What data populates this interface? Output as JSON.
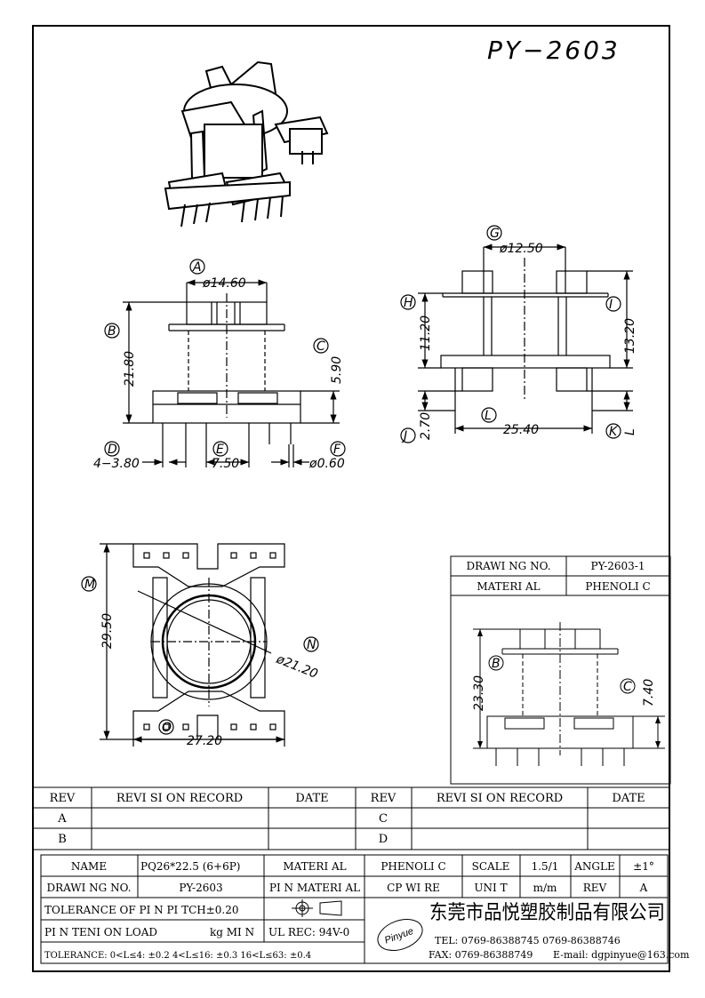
{
  "drawing": {
    "title": "PY−2603",
    "front_view": {
      "A": "A",
      "A_dim": "ø14.60",
      "B": "B",
      "B_dim": "21.80",
      "C": "C",
      "C_dim": "5.90",
      "D": "D",
      "D_dim": "4−3.80",
      "E": "E",
      "E_dim": "7.50",
      "F": "F",
      "F_dim": "ø0.60"
    },
    "side_view": {
      "G": "G",
      "G_dim": "ø12.50",
      "H": "H",
      "H_dim": "11.20",
      "I": "I",
      "I_dim": "13.20",
      "J": "J",
      "J_dim": "2.70",
      "K": "K",
      "K_dim": "L",
      "L": "L",
      "L_dim": "25.40"
    },
    "bottom_view": {
      "M": "M",
      "M_dim": "29.50",
      "N": "N",
      "N_dim": "ø21.20",
      "O": "O",
      "O_dim": "27.20"
    },
    "sub_view": {
      "drawing_no_label": "DRAWI NG  NO.",
      "drawing_no": "PY-2603-1",
      "material_label": "MATERI AL",
      "material": "PHENOLI C",
      "B": "B",
      "B_dim": "23.30",
      "C": "C",
      "C_dim": "7.40"
    }
  },
  "revision": {
    "headers": [
      "REV",
      "REVI SI ON  RECORD",
      "DATE",
      "REV",
      "REVI SI ON  RECORD",
      "DATE"
    ],
    "rows": [
      [
        "A",
        "",
        "",
        "C",
        "",
        ""
      ],
      [
        "B",
        "",
        "",
        "D",
        "",
        ""
      ]
    ]
  },
  "title_block": {
    "name_label": "NAME",
    "name": "PQ26*22.5 (6+6P)",
    "material_label": "MATERI AL",
    "material": "PHENOLI C",
    "scale_label": "SCALE",
    "scale": "1.5/1",
    "angle_label": "ANGLE",
    "angle": "±1°",
    "drawing_no_label": "DRAWI NG  NO.",
    "drawing_no": "PY-2603",
    "pin_material_label": "PI N  MATERI AL",
    "pin_material": "CP  WI RE",
    "unit_label": "UNI T",
    "unit": "m/m",
    "rev_label": "REV",
    "rev": "A",
    "tolerance_pitch": "TOLERANCE  OF  PI N  PI TCH±0.20",
    "pin_tension_label": "PI N  TENI ON  LOAD",
    "pin_tension_unit": "kg  MI N",
    "ul_rec": "UL  REC: 94V-0",
    "tolerance_range": "TOLERANCE: 0<L≤4: ±0.2   4<L≤16: ±0.3   16<L≤63: ±0.4",
    "logo_text": "Pinyue",
    "company_name": "东莞市品悦塑胶制品有限公司",
    "tel": "TEL: 0769-86388745    0769-86388746",
    "fax": "FAX: 0769-86388749",
    "email": "E-mail: dgpinyue@163.com"
  }
}
